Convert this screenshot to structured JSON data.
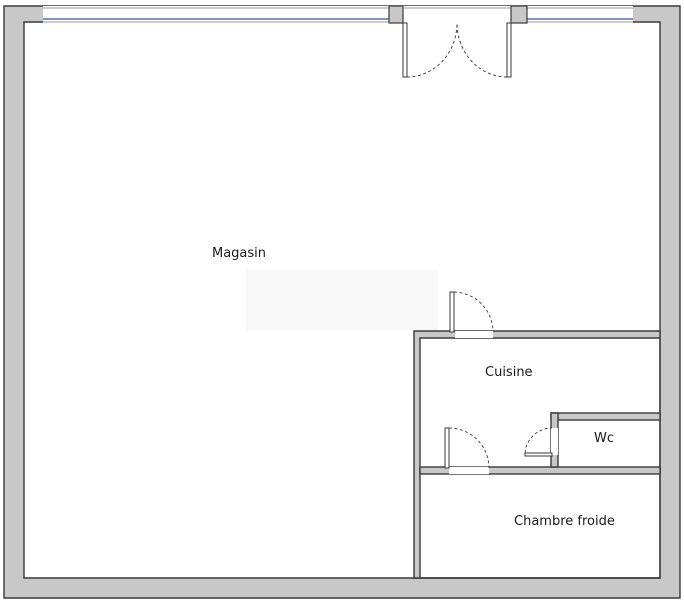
{
  "floor_plan": {
    "rooms": {
      "magasin": "Magasin",
      "cuisine": "Cuisine",
      "wc": "Wc",
      "chambre_froide": "Chambre froide"
    },
    "colors": {
      "wall_fill": "#c8c8c8",
      "wall_stroke": "#3a3a3a",
      "window": "#3b4aa8",
      "floor": "#ffffff"
    }
  }
}
